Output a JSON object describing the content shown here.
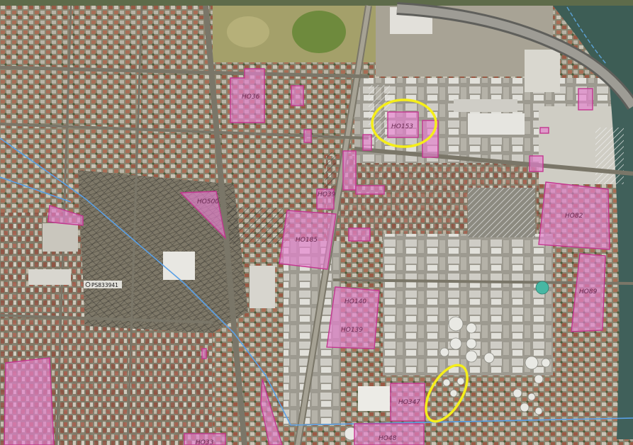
{
  "overlays": [
    {
      "id": "HO153",
      "label": "HO153",
      "highlighted": true
    },
    {
      "id": "HO36",
      "label": "HO36",
      "highlighted": false
    },
    {
      "id": "HO82",
      "label": "HO82",
      "highlighted": false
    },
    {
      "id": "HO185",
      "label": "HO185",
      "highlighted": false
    },
    {
      "id": "HO140",
      "label": "HO140",
      "highlighted": false
    },
    {
      "id": "HO139",
      "label": "HO139",
      "highlighted": false
    },
    {
      "id": "HO89",
      "label": "HO89",
      "highlighted": false
    },
    {
      "id": "HO347",
      "label": "HO347",
      "highlighted": false
    },
    {
      "id": "HO48",
      "label": "HO48",
      "highlighted": false
    },
    {
      "id": "HO500",
      "label": "HO500",
      "highlighted": false
    },
    {
      "id": "HO39",
      "label": "HO39",
      "highlighted": false
    },
    {
      "id": "HO33",
      "label": "HO33",
      "highlighted": false
    }
  ],
  "parcel_reference": "PS833941",
  "colors": {
    "overlay_fill": "#e67fd0",
    "overlay_stroke": "#c2378f",
    "highlight_circle": "#f5ee1a",
    "boundary_line": "#5aa0e6",
    "hatch": "#222222"
  }
}
